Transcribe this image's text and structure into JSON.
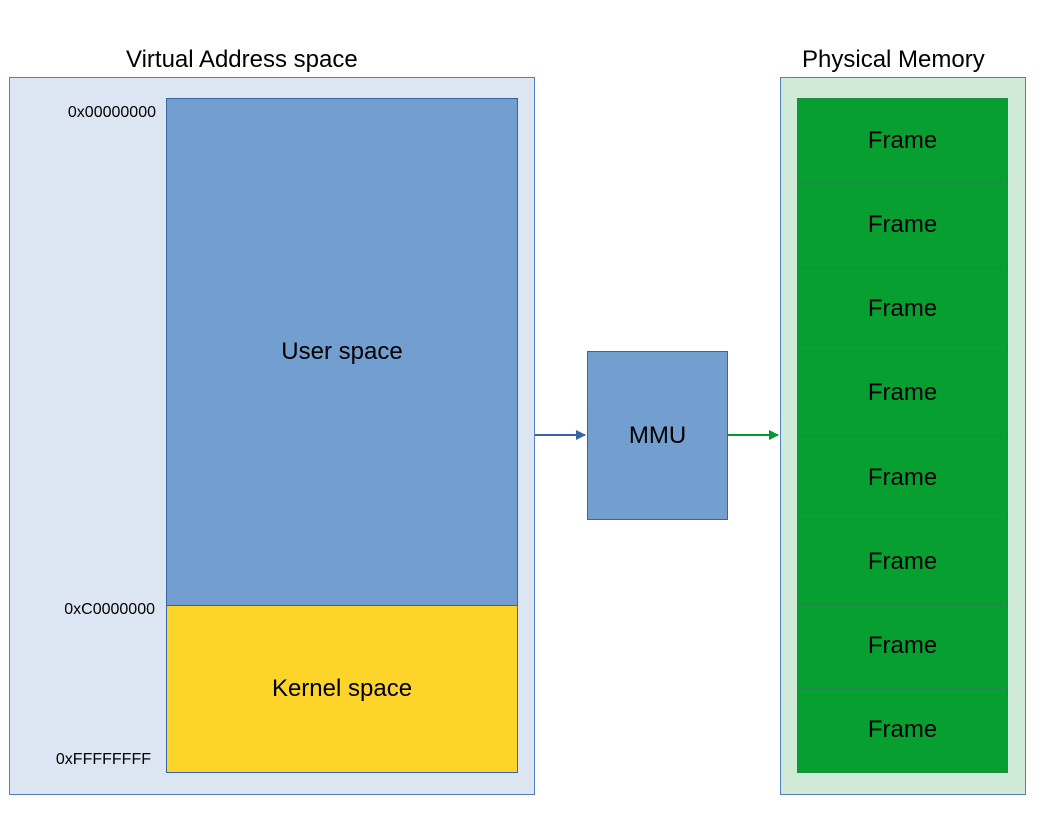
{
  "virtual": {
    "title": "Virtual Address space",
    "user_label": "User space",
    "kernel_label": "Kernel space",
    "addresses": {
      "start": "0x00000000",
      "kernel_start": "0xC0000000",
      "end": "0xFFFFFFFF"
    }
  },
  "mmu": {
    "label": "MMU"
  },
  "physical": {
    "title": "Physical Memory",
    "frames": [
      "Frame",
      "Frame",
      "Frame",
      "Frame",
      "Frame",
      "Frame",
      "Frame",
      "Frame"
    ]
  },
  "colors": {
    "virtual_panel": "#dce6f2",
    "user_space": "#729fcf",
    "kernel_space": "#fcd42a",
    "physical_panel": "#d0ead8",
    "frame": "#07a030",
    "arrow_in": "#3465a4",
    "arrow_out": "#009933"
  }
}
